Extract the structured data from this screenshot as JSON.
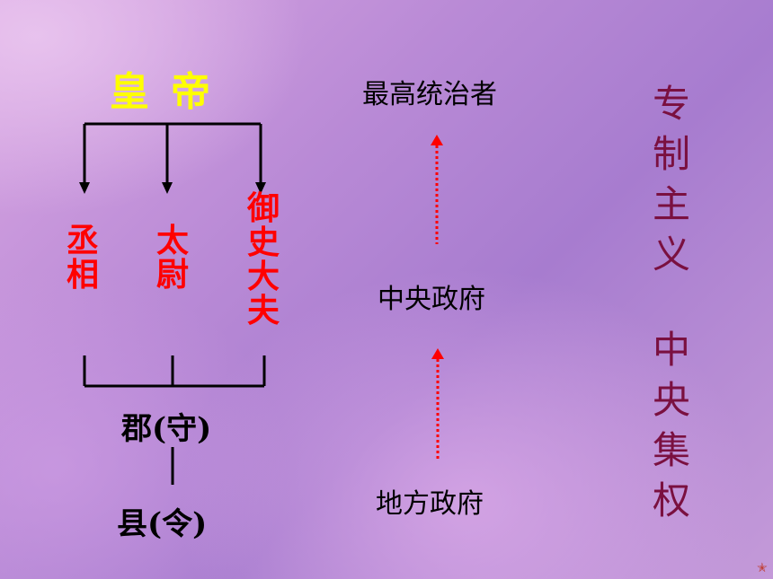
{
  "left": {
    "emperor": "皇帝",
    "officials": [
      "丞相",
      "太尉",
      "御史大夫"
    ],
    "commandery": "郡(守)",
    "county": "县(令)"
  },
  "middle": {
    "top": "最高统治者",
    "center": "中央政府",
    "bottom": "地方政府"
  },
  "right": {
    "upper": "专制主义",
    "lower": "中央集权"
  },
  "colors": {
    "emperor": "#ffff00",
    "officials": "#ff0000",
    "right_text": "#7a1040",
    "dotted_arrow": "#ff0000"
  }
}
